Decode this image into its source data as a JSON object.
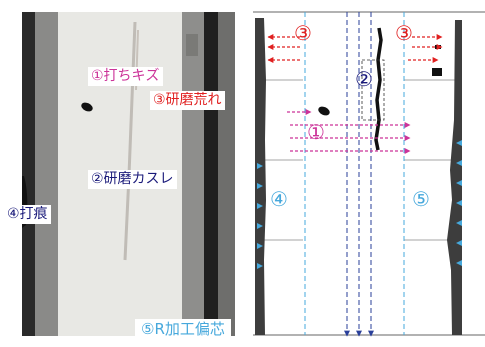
{
  "labels": {
    "chip": "①打ちキズ",
    "grind_rough": "③研磨荒れ",
    "grind_blur": "②研磨カスレ",
    "dent": "④打痕",
    "r_offset": "⑤R加工偏芯"
  },
  "markers": {
    "m1": "①",
    "m2": "②",
    "m3_left": "③",
    "m3_right": "③",
    "m4": "④",
    "m5": "⑤"
  },
  "colors": {
    "defect_pink": "#cc3399",
    "defect_red": "#e02020",
    "defect_navy": "#1a1a7a",
    "defect_cyan": "#46a8dc",
    "guide_blue": "#2a3f9a",
    "rail_gray": "#3d3d3d",
    "face_light": "#e6e6e2",
    "face_mid": "#c9c9c9"
  }
}
